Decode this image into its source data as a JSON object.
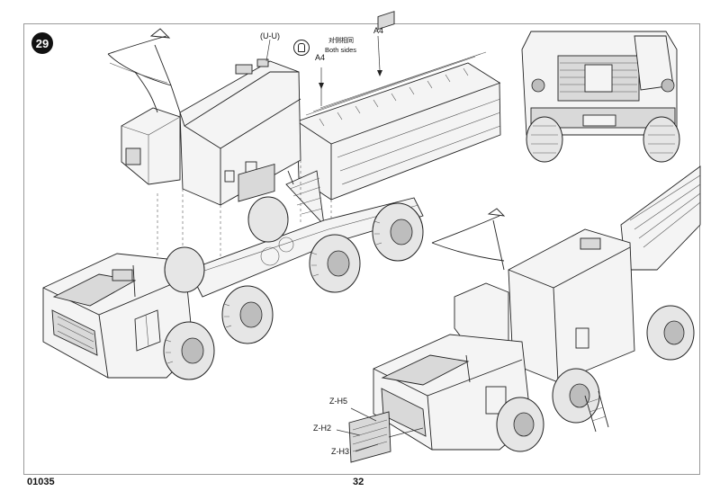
{
  "page": {
    "step_number": "29",
    "product_code": "01035",
    "page_number": "32"
  },
  "callouts": {
    "part_u": "(U-U)",
    "part_a4_top": "A4",
    "part_a4_side": "A4",
    "note_cn": "对侧相同",
    "note_en": "Both sides",
    "z_h5": "Z-H5",
    "z_h2": "Z-H2",
    "z_h3": "Z-H3"
  },
  "icons": {
    "step_marker": "step-number-circle",
    "both_sides": "mirror-symbol-icon"
  }
}
